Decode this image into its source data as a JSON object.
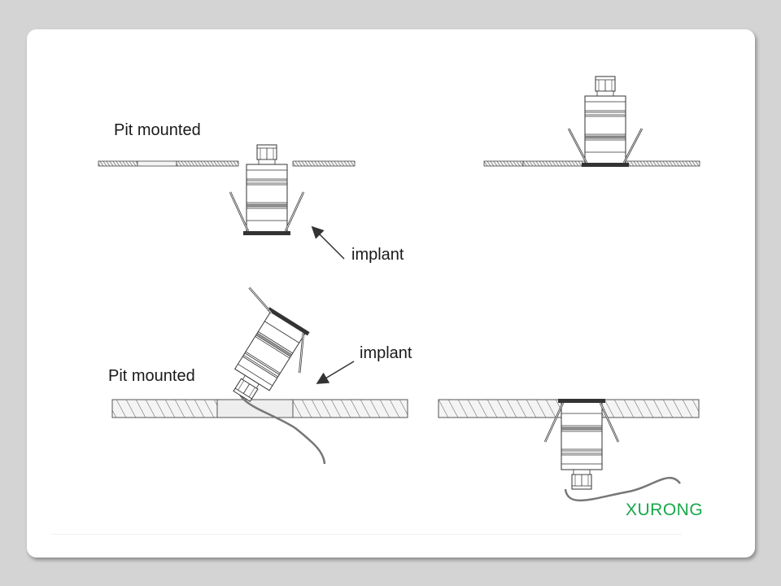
{
  "slide": {
    "background_color": "#d4d4d4",
    "panel_color": "#ffffff"
  },
  "diagrams": [
    {
      "id": "top-left",
      "state": "before",
      "mount": "pit-mounted",
      "label": "Pit mounted",
      "arrow_label": "implant",
      "fixture_orientation": "upright, below panel"
    },
    {
      "id": "top-right",
      "state": "after",
      "mount": "pit-mounted",
      "fixture_orientation": "upright, flange on panel"
    },
    {
      "id": "bottom-left",
      "state": "before",
      "mount": "pit-mounted",
      "label": "Pit mounted",
      "arrow_label": "implant",
      "fixture_orientation": "tilted, above panel with cable"
    },
    {
      "id": "bottom-right",
      "state": "after",
      "mount": "pit-mounted",
      "fixture_orientation": "inverted, flange on panel top with cable"
    }
  ],
  "labels": {
    "pit_mounted_top": "Pit mounted",
    "implant_top": "implant",
    "pit_mounted_bottom": "Pit mounted",
    "implant_bottom": "implant"
  },
  "brand": {
    "text": "XURONG",
    "color": "#16a849"
  }
}
